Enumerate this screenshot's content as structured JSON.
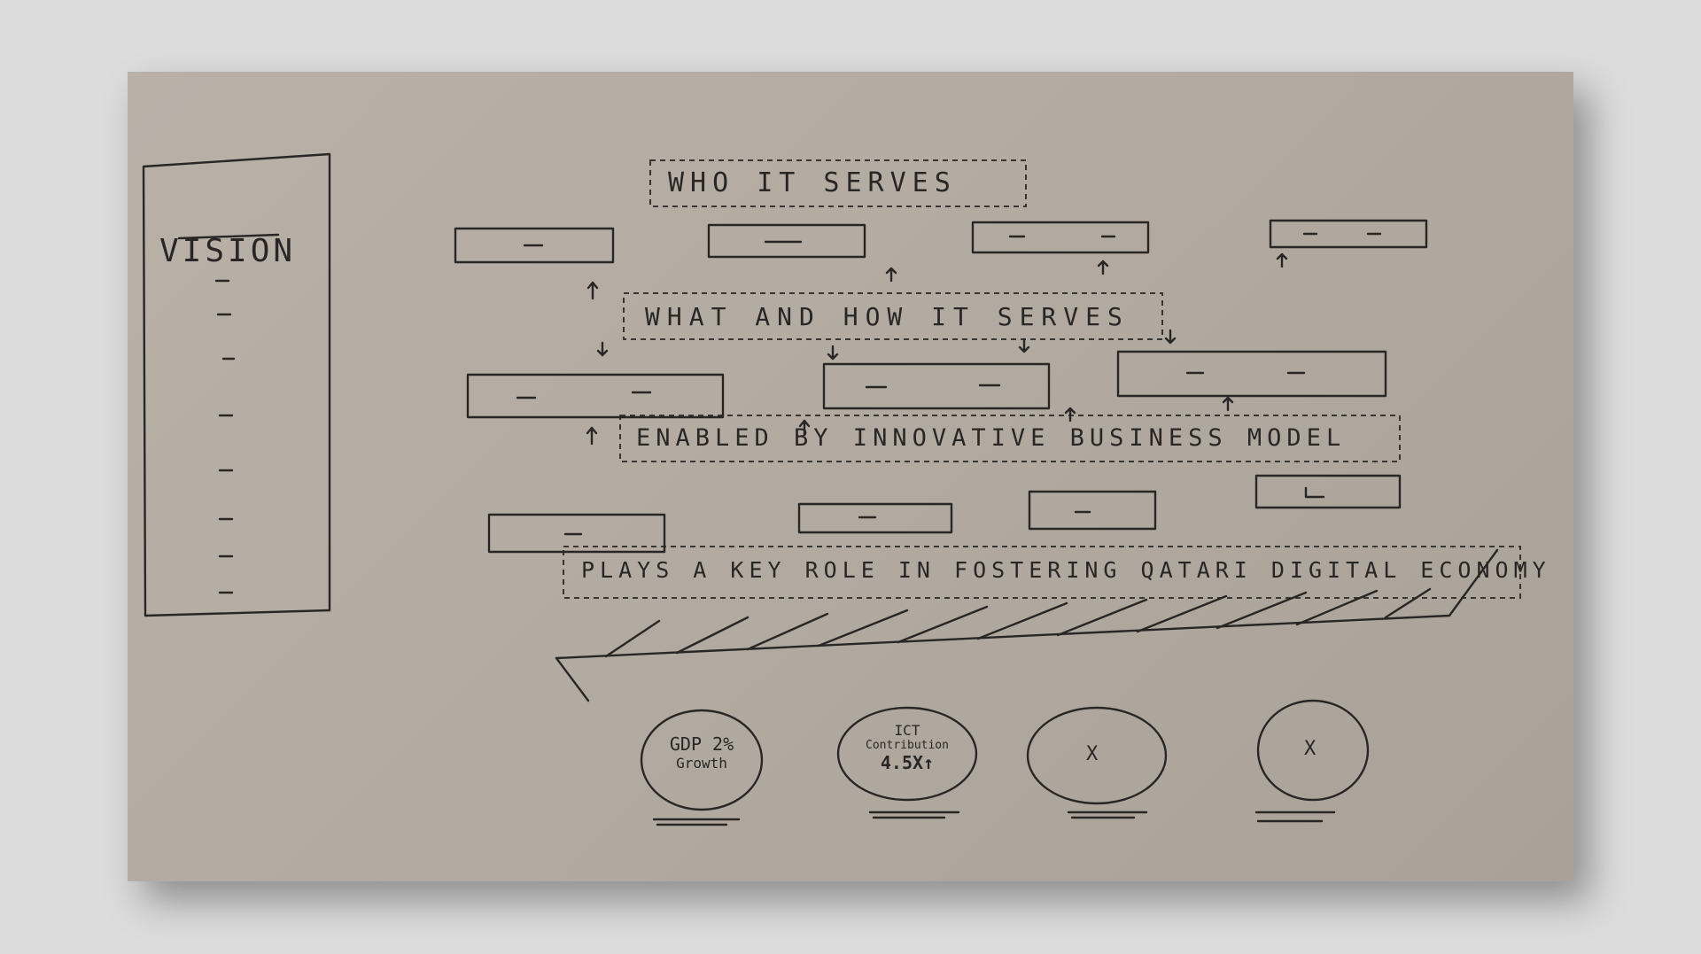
{
  "vision": {
    "title": "VISION"
  },
  "headers": {
    "who": "WHO IT SERVES",
    "what": "WHAT AND HOW IT SERVES",
    "enabled": "ENABLED BY INNOVATIVE BUSINESS MODEL",
    "plays": "PLAYS A KEY ROLE IN FOSTERING QATARI DIGITAL ECONOMY"
  },
  "kpis": [
    {
      "line1": "GDP 2%",
      "line2": "Growth"
    },
    {
      "line1": "ICT",
      "line2": "Contribution",
      "line3": "4.5X↑"
    },
    {
      "line1": "X"
    },
    {
      "line1": "X"
    }
  ]
}
